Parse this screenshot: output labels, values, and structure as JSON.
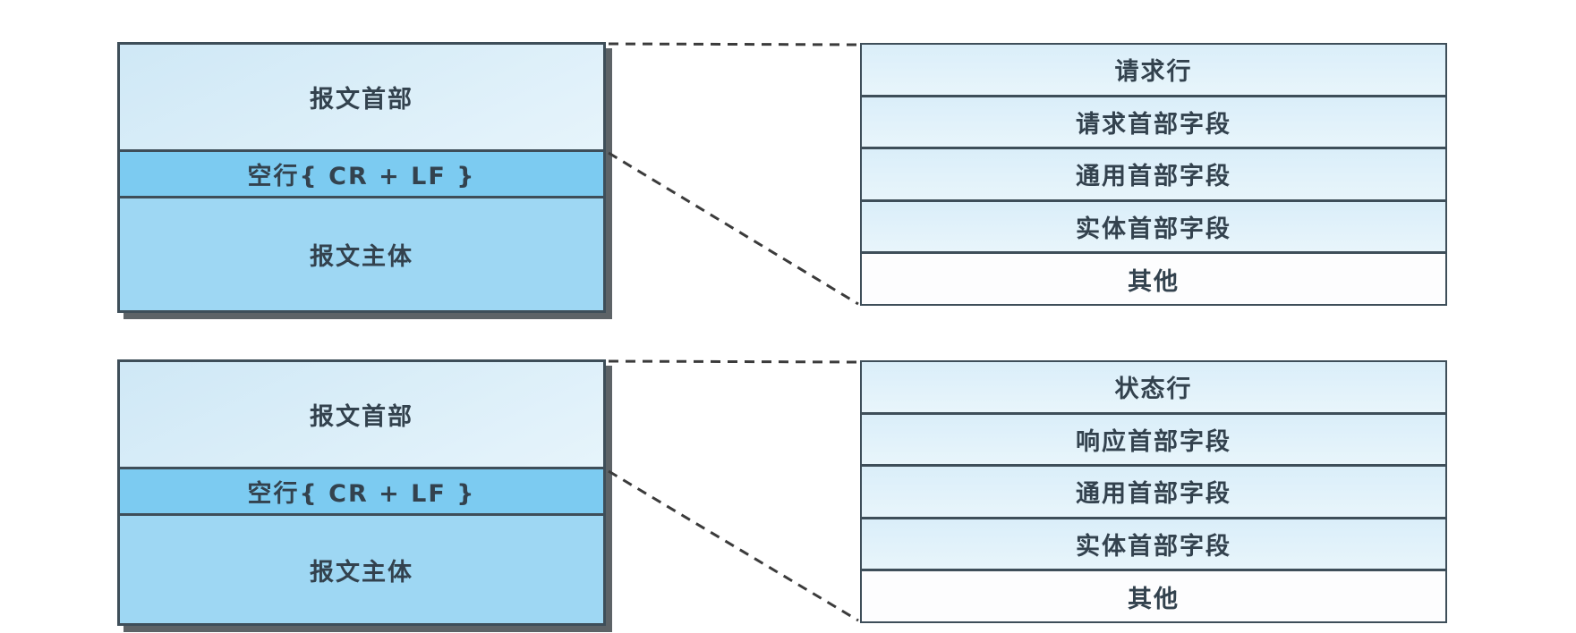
{
  "request": {
    "message_box": {
      "header": "报文首部",
      "blank_line": "空行{ CR + LF }",
      "body": "报文主体"
    },
    "detail_rows": [
      "请求行",
      "请求首部字段",
      "通用首部字段",
      "实体首部字段",
      "其他"
    ]
  },
  "response": {
    "message_box": {
      "header": "报文首部",
      "blank_line": "空行{ CR + LF }",
      "body": "报文主体"
    },
    "detail_rows": [
      "状态行",
      "响应首部字段",
      "通用首部字段",
      "实体首部字段",
      "其他"
    ]
  },
  "colors": {
    "header_a": "#cfe8f6",
    "header_b": "#e6f4fb",
    "blank": "#7ccbf1",
    "body": "#9ed7f3",
    "row": "#daeef9",
    "row_last": "#fdfdfe",
    "border": "#3e4e59",
    "shadow": "#5d6367",
    "dash": "#3b3b3b",
    "text": "#33424e"
  }
}
